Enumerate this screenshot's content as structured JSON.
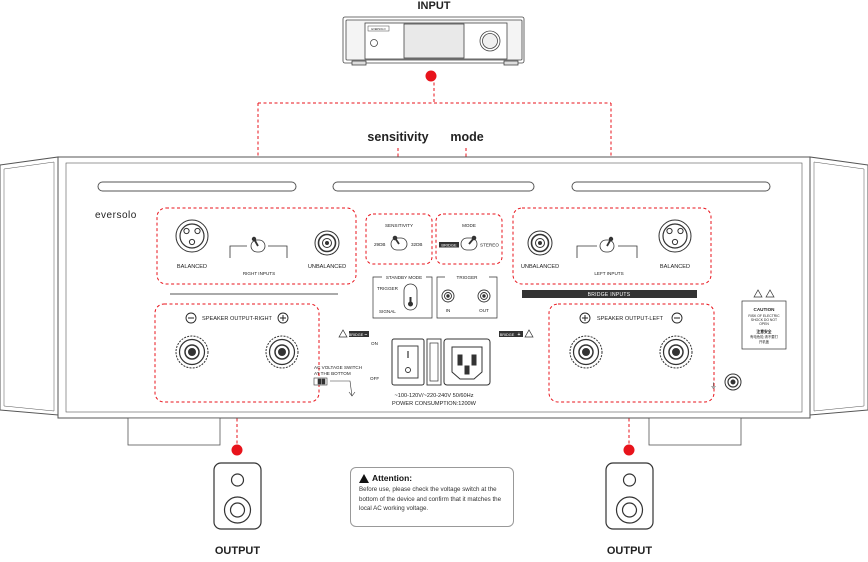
{
  "labels": {
    "input": "INPUT",
    "output_left": "OUTPUT",
    "output_right": "OUTPUT",
    "sensitivity_header": "sensitivity",
    "mode_header": "mode",
    "brand": "eversolo",
    "source_badge": "EVERSOLO",
    "balanced_right": "BALANCED",
    "unbalanced_right": "UNBALANCED",
    "right_inputs": "RIGHT INPUTS",
    "unbalanced_left": "UNBALANCED",
    "balanced_left": "BALANCED",
    "left_inputs": "LEFT INPUTS",
    "sensitivity_box": "SENSITIVITY",
    "sens_29db": "29DB",
    "sens_32db": "32DB",
    "mode_box": "MODE",
    "mode_bridge": "BRIDGE",
    "mode_stereo": "STEREO",
    "standby_mode": "STANDBY MODE",
    "standby_trigger": "TRIGGER",
    "standby_signal": "SIGNAL",
    "trigger_box": "TRIGGER",
    "trigger_in": "IN",
    "trigger_out": "OUT",
    "bridge_inputs": "BRIDGE INPUTS",
    "speaker_right": "SPEAKER OUTPUT-RIGHT",
    "speaker_left": "SPEAKER OUTPUT-LEFT",
    "bridge_minus": "BRIDGE",
    "bridge_plus": "BRIDGE",
    "on": "ON",
    "off": "OFF",
    "voltage_switch_1": "AC VOLTAGE SWITCH",
    "voltage_switch_2": "AT THE BOTTOM",
    "power_line1": "~100-120V/~220-240V   50/60Hz",
    "power_line2": "POWER CONSUMPTION:1200W",
    "caution_title": "CAUTION",
    "caution_1": "RISK OF ELECTRIC",
    "caution_2": "SHOCK DO NOT",
    "caution_3": "OPEN",
    "caution_cn_1": "注意安全",
    "caution_cn_2": "有电危险,请不要打",
    "caution_cn_3": "开机盖"
  },
  "attention": {
    "title": "Attention:",
    "body": "Before use, please check the voltage switch at the bottom of the device and confirm that it matches the local AC working voltage."
  },
  "colors": {
    "accent_red": "#e8131b",
    "chassis_stroke": "#555555"
  }
}
